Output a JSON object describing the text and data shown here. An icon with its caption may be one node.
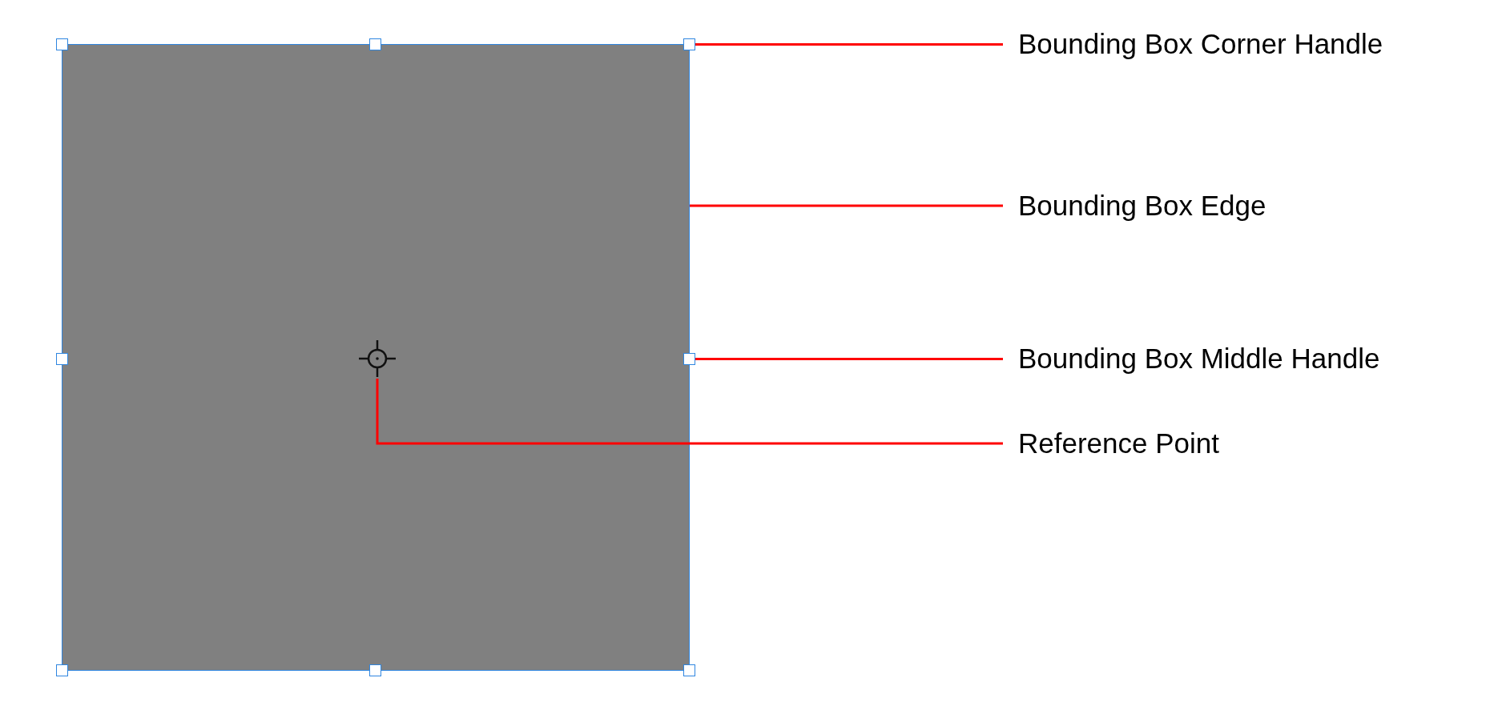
{
  "diagram": {
    "nodes": [
      {
        "text": [
          "Bounding Box Corner Handle"
        ]
      },
      {
        "text": [
          "Bounding Box Edge"
        ]
      },
      {
        "text": [
          "Bounding Box Middle Handle"
        ]
      },
      {
        "text": [
          "Reference Point"
        ]
      },
      {
        "text": [],
        "shape": "box"
      },
      {
        "text": [],
        "shape": "box"
      },
      {
        "text": [],
        "shape": "box"
      },
      {
        "text": [],
        "shape": "crosshair",
        "in": 4
      }
    ],
    "edges": [
      {
        "from": 0,
        "to": 5,
        "arrow": "none"
      },
      {
        "from": 1,
        "to": 4,
        "arrow": "none"
      },
      {
        "from": 2,
        "to": 6,
        "arrow": "none"
      },
      {
        "from": 3,
        "to": 7,
        "arrow": "none"
      }
    ]
  }
}
